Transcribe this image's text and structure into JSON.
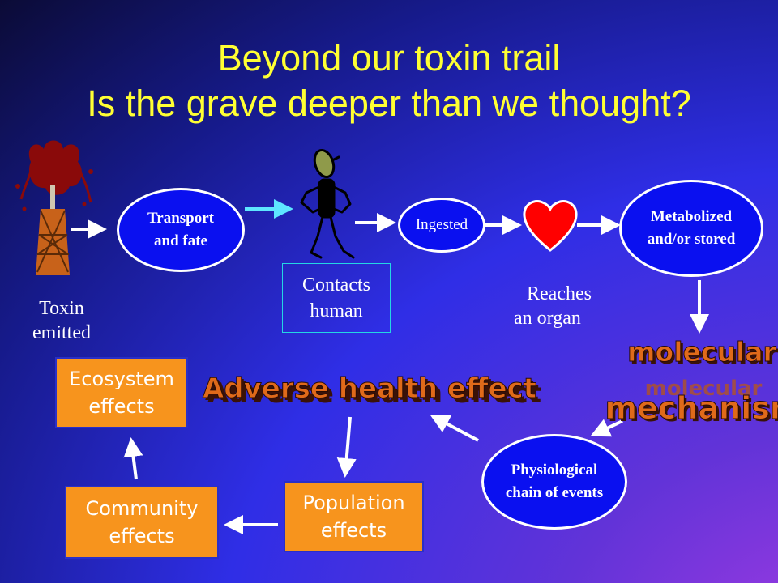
{
  "slide": {
    "title_line1": "Beyond our toxin trail",
    "title_line2": "Is the grave deeper than we thought?"
  },
  "flow": {
    "toxin_emitted": [
      "Toxin",
      "emitted"
    ],
    "transport_and_fate": [
      "Transport",
      "and fate"
    ],
    "contacts_human": [
      "Contacts",
      "human"
    ],
    "ingested": "Ingested",
    "reaches_organ": [
      "Reaches",
      "an organ"
    ],
    "metabolized": [
      "Metabolized",
      "and/or stored"
    ],
    "molecular_mechanism": {
      "line1": "molecular",
      "shadow": "molecular",
      "line2": "mechanism"
    },
    "physiological_chain": [
      "Physiological",
      "chain of events"
    ],
    "adverse_health_effect": "Adverse health effect",
    "population_effects": [
      "Population",
      "effects"
    ],
    "community_effects": [
      "Community",
      "effects"
    ],
    "ecosystem_effects": [
      "Ecosystem",
      "effects"
    ]
  },
  "icons": {
    "emission": "oil-derrick-icon",
    "human": "stick-figure-icon",
    "organ": "heart-icon"
  },
  "colors": {
    "title": "#ffff33",
    "oval_fill": "#0a10f0",
    "box_fill": "#f7941d",
    "heart": "#ff0000",
    "wordart_top": "#e06a1a",
    "wordart_side": "#3a1208"
  }
}
